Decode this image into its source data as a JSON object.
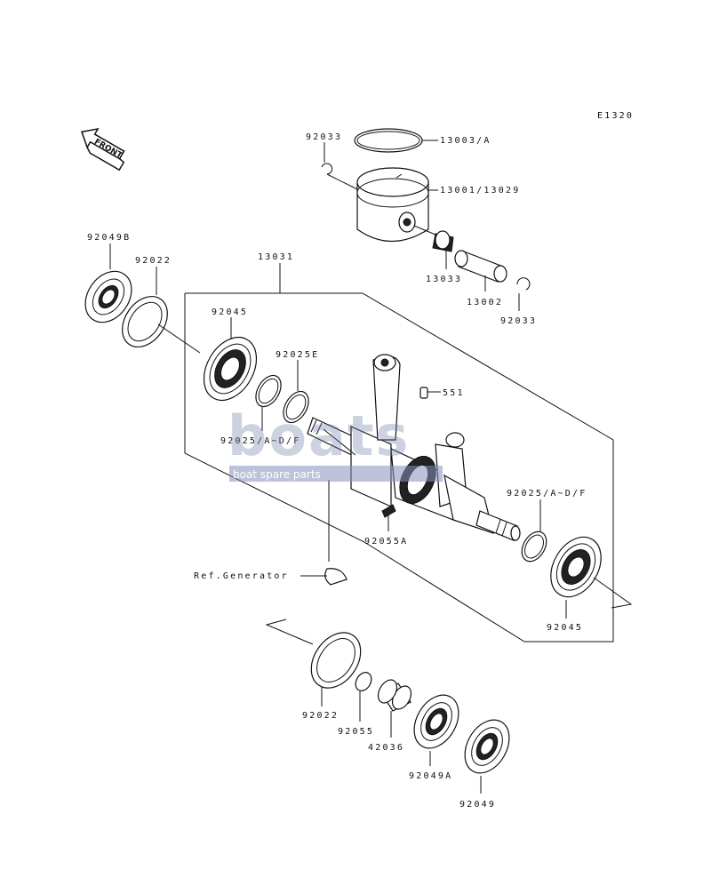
{
  "diagram": {
    "code": "E1320",
    "front_label": "FRONT",
    "watermark": {
      "brand": "boats",
      "tagline": "boat spare parts"
    },
    "labels": {
      "p92033_top": "92033",
      "p13003": "13003/A",
      "p13001": "13001/13029",
      "p13033": "13033",
      "p13002": "13002",
      "p92033_bottom": "92033",
      "p92049B": "92049B",
      "p92022_top": "92022",
      "p13031": "13031",
      "p92045_left": "92045",
      "p92025E": "92025E",
      "p551": "551",
      "p92025_left": "92025/A~D/F",
      "p92025_right": "92025/A~D/F",
      "p92055A": "92055A",
      "ref_generator": "Ref.Generator",
      "p92045_right": "92045",
      "p92022_bottom": "92022",
      "p92055": "92055",
      "p42036": "42036",
      "p92049A": "92049A",
      "p92049": "92049"
    }
  }
}
